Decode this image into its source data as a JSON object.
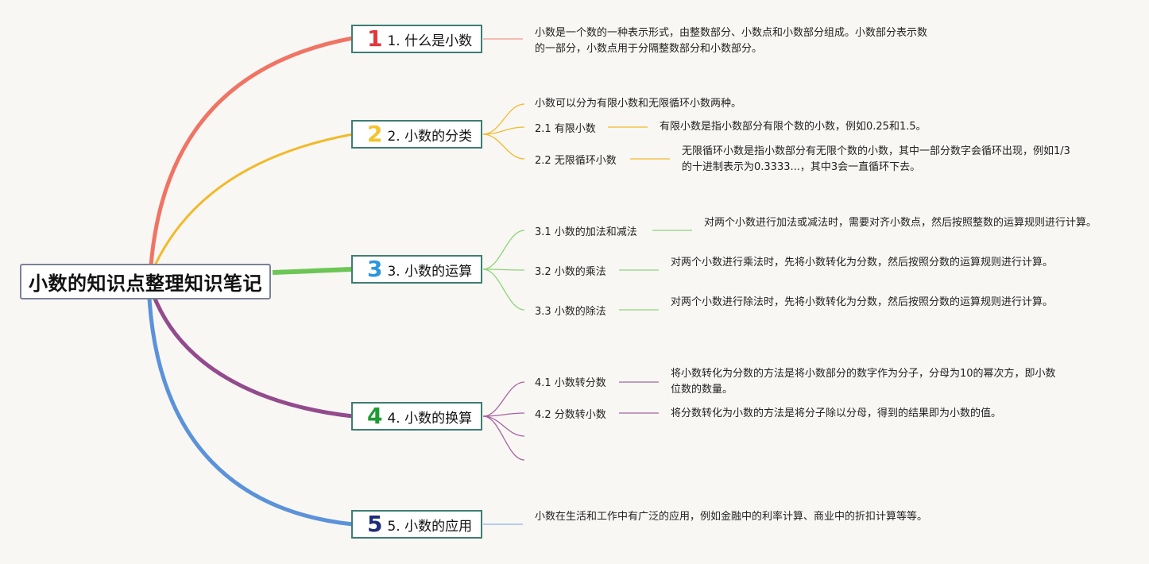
{
  "root": {
    "title": "小数的知识点整理知识笔记"
  },
  "colors": {
    "red": "#f07464",
    "yellow": "#f3b928",
    "green": "#6cc655",
    "purple": "#934b8d",
    "blue": "#5b92d9"
  },
  "topics": [
    {
      "number": "1",
      "label": "1. 什么是小数",
      "desc": "小数是一个数的一种表示形式，由整数部分、小数点和小数部分组成。小数部分表示数的一部分，小数点用于分隔整数部分和小数部分。",
      "subs": []
    },
    {
      "number": "2",
      "label": "2. 小数的分类",
      "desc": "小数可以分为有限小数和无限循环小数两种。",
      "subs": [
        {
          "label": "2.1 有限小数",
          "desc": "有限小数是指小数部分有限个数的小数，例如0.25和1.5。"
        },
        {
          "label": "2.2 无限循环小数",
          "desc": "无限循环小数是指小数部分有无限个数的小数，其中一部分数字会循环出现，例如1/3的十进制表示为0.3333...，其中3会一直循环下去。"
        }
      ]
    },
    {
      "number": "3",
      "label": "3. 小数的运算",
      "subs": [
        {
          "label": "3.1 小数的加法和减法",
          "desc": "对两个小数进行加法或减法时，需要对齐小数点，然后按照整数的运算规则进行计算。"
        },
        {
          "label": "3.2 小数的乘法",
          "desc": "对两个小数进行乘法时，先将小数转化为分数，然后按照分数的运算规则进行计算。"
        },
        {
          "label": "3.3 小数的除法",
          "desc": "对两个小数进行除法时，先将小数转化为分数，然后按照分数的运算规则进行计算。"
        }
      ]
    },
    {
      "number": "4",
      "label": "4. 小数的换算",
      "subs": [
        {
          "label": "4.1 小数转分数",
          "desc": "将小数转化为分数的方法是将小数部分的数字作为分子，分母为10的幂次方，即小数位数的数量。"
        },
        {
          "label": "4.2 分数转小数",
          "desc": "将分数转化为小数的方法是将分子除以分母，得到的结果即为小数的值。"
        }
      ]
    },
    {
      "number": "5",
      "label": "5. 小数的应用",
      "desc": "小数在生活和工作中有广泛的应用，例如金融中的利率计算、商业中的折扣计算等等。",
      "subs": []
    }
  ]
}
